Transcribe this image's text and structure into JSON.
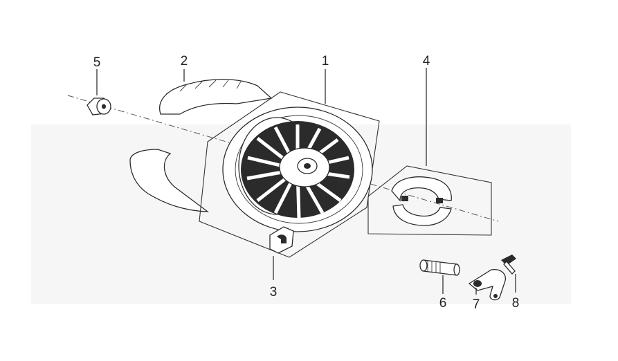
{
  "diagram": {
    "callouts": [
      {
        "id": "1",
        "label": "1"
      },
      {
        "id": "2",
        "label": "2"
      },
      {
        "id": "3",
        "label": "3"
      },
      {
        "id": "4",
        "label": "4"
      },
      {
        "id": "5",
        "label": "5"
      },
      {
        "id": "6",
        "label": "6"
      },
      {
        "id": "7",
        "label": "7"
      },
      {
        "id": "8",
        "label": "8"
      }
    ],
    "colors": {
      "line": "#2a2a2a",
      "background": "#ffffff",
      "shading": "#f2f2f2"
    }
  }
}
